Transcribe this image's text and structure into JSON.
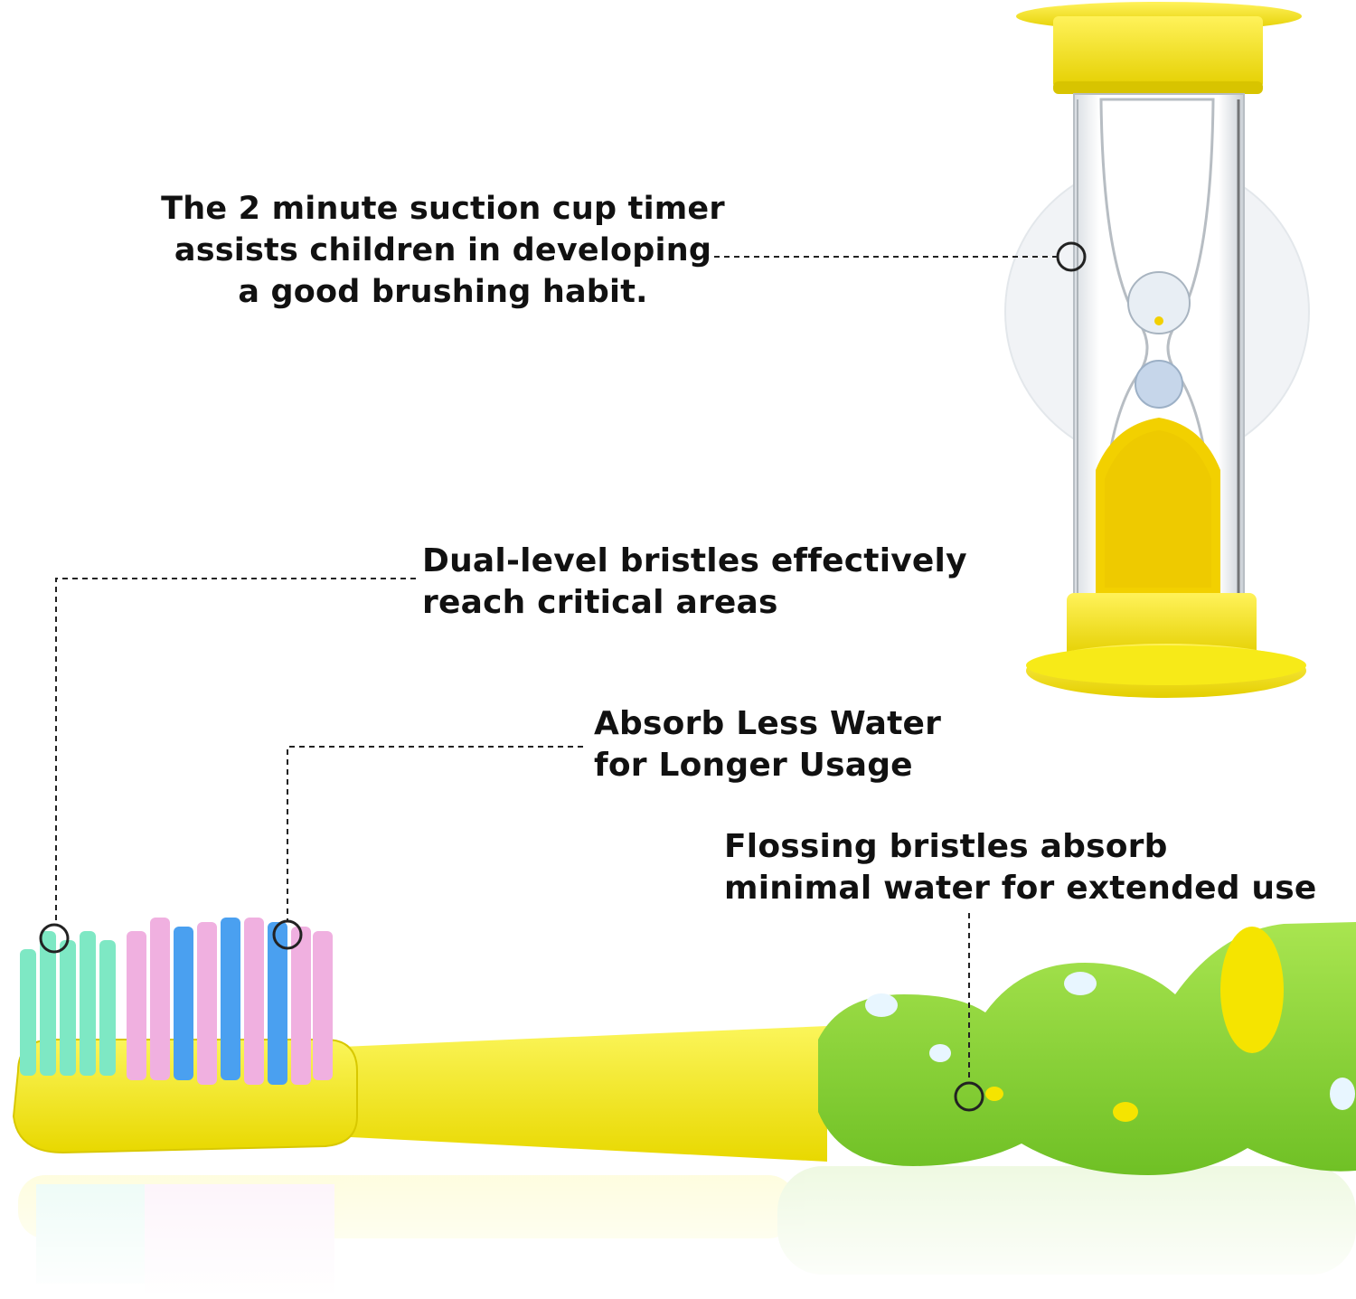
{
  "callouts": {
    "timer": {
      "lines": [
        "The 2 minute suction cup timer",
        "assists children in developing",
        "a good brushing habit."
      ]
    },
    "dual_level": {
      "lines": [
        "Dual-level bristles effectively",
        "reach critical areas"
      ]
    },
    "absorb": {
      "lines": [
        "Absorb Less Water",
        "for Longer Usage"
      ]
    },
    "flossing": {
      "lines": [
        "Flossing bristles absorb",
        "minimal water for extended use"
      ]
    }
  },
  "colors": {
    "timer_yellow": "#f5e400",
    "sand_yellow": "#f2d000",
    "brush_yellow": "#f7ef1a",
    "handle_green": "#8fd63a",
    "bristle_mint": "#7ee8c4",
    "bristle_pink": "#f0b0e0",
    "bristle_blue": "#4aa0f0",
    "line_color": "#222222"
  },
  "icons": [
    "hourglass-timer-icon",
    "toothbrush-icon",
    "callout-marker-icon"
  ]
}
